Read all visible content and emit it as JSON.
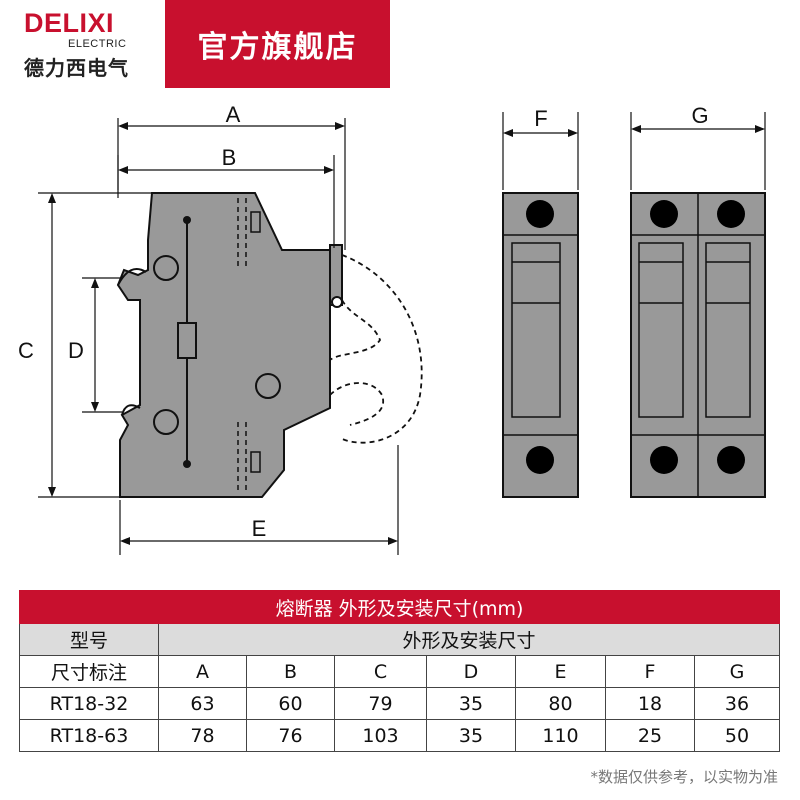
{
  "brand": {
    "logo_en": "DELIXI",
    "logo_sub": "ELECTRIC",
    "logo_cn": "德力西电气",
    "store": "官方旗舰店",
    "accent": "#c8102e"
  },
  "drawing": {
    "labels": {
      "A": "A",
      "B": "B",
      "C": "C",
      "D": "D",
      "E": "E",
      "F": "F",
      "G": "G"
    },
    "body_color": "#999999"
  },
  "table": {
    "title": "熔断器 外形及安装尺寸(mm)",
    "model_header": "型号",
    "dims_header": "外形及安装尺寸",
    "label_header": "尺寸标注",
    "columns": [
      "A",
      "B",
      "C",
      "D",
      "E",
      "F",
      "G"
    ],
    "rows": [
      {
        "model": "RT18-32",
        "values": [
          "63",
          "60",
          "79",
          "35",
          "80",
          "18",
          "36"
        ]
      },
      {
        "model": "RT18-63",
        "values": [
          "78",
          "76",
          "103",
          "35",
          "110",
          "25",
          "50"
        ]
      }
    ]
  },
  "footnote": "*数据仅供参考，以实物为准"
}
